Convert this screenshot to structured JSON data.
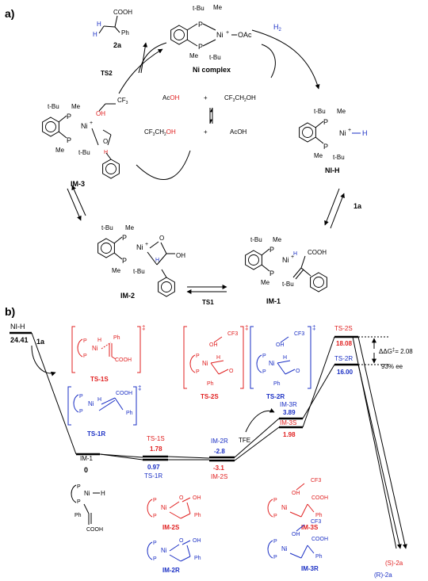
{
  "panel_a": {
    "label": "a)",
    "ni_complex": {
      "tbu1": "t-Bu",
      "me1": "Me",
      "p1": "P",
      "ni": "Ni",
      "plus": "+",
      "oac": "OAc",
      "p2": "P",
      "me2": "Me",
      "tbu2": "t-Bu",
      "name": "Ni complex"
    },
    "h2": "H",
    "h2_sub": "2",
    "product_2a": {
      "cooh": "COOH",
      "h": "H",
      "ph": "Ph",
      "name": "2a"
    },
    "ts2": "TS2",
    "acoh": "AcOH",
    "acoh2": "AcOH",
    "plus1": "+",
    "plus2": "+",
    "cf3ch2oh": "CF",
    "tfe_left": "CF",
    "tfe_parts": {
      "sub3": "3",
      "ch2": "CH",
      "sub2": "2",
      "oh_black": "OH",
      "oh_red": "OH"
    },
    "im3": {
      "tbu1": "t-Bu",
      "me1": "Me",
      "p1": "P",
      "ni": "Ni",
      "plus": "+",
      "oh": "OH",
      "cf3": "CF",
      "cf3sub": "3",
      "o": "O",
      "h": "H",
      "p2": "P",
      "me2": "Me",
      "tbu2": "t-Bu",
      "name": "IM-3"
    },
    "nih": {
      "tbu1": "t-Bu",
      "me1": "Me",
      "p1": "P",
      "ni": "Ni",
      "plus": "+",
      "h": "H",
      "p2": "P",
      "me2": "Me",
      "tbu2": "t-Bu",
      "name": "NI-H"
    },
    "label_1a": "1a",
    "im2": {
      "tbu1": "t-Bu",
      "me1": "Me",
      "p1": "P",
      "ni": "Ni",
      "plus": "+",
      "o": "O",
      "oh": "OH",
      "h": "H",
      "p2": "P",
      "me2": "Me",
      "tbu2": "t-Bu",
      "name": "IM-2"
    },
    "ts1": "TS1",
    "im1": {
      "tbu1": "t-Bu",
      "me1": "Me",
      "p1": "P",
      "ni": "Ni",
      "plus": "+",
      "h": "H",
      "cooh": "COOH",
      "p2": "P",
      "me2": "Me",
      "tbu2": "t-Bu",
      "name": "IM-1"
    }
  },
  "panel_b": {
    "label": "b)",
    "levels": [
      {
        "name": "NI-H",
        "energy": "24.41"
      },
      {
        "name": "IM-1",
        "energy": "0"
      },
      {
        "name": "TS-1S",
        "energy": "1.78"
      },
      {
        "name": "TS-1R",
        "energy": "0.97"
      },
      {
        "name": "IM-2R",
        "energy": "-2.8"
      },
      {
        "name": "IM-2S",
        "energy": "-3.1"
      },
      {
        "name": "IM-3R",
        "energy": "3.89"
      },
      {
        "name": "IM-3S",
        "energy": "1.98"
      },
      {
        "name": "TS-2S",
        "energy": "18.08"
      },
      {
        "name": "TS-2R",
        "energy": "16.00"
      }
    ],
    "arrow_1a": "1a",
    "tfe": "TFE",
    "ddg": "ΔΔG",
    "ddg_sup": "‡",
    "ddg_val": "= 2.08",
    "ee": "93% ee",
    "s_product": "(S)-2a",
    "r_product": "(R)-2a",
    "boxes": {
      "ts1s": {
        "p": "P",
        "ni": "Ni",
        "h": "H",
        "ph": "Ph",
        "cooh": "COOH",
        "dag": "‡",
        "name": "TS-1S"
      },
      "ts1r": {
        "p": "P",
        "ni": "Ni",
        "h": "H",
        "ph": "Ph",
        "cooh": "COOH",
        "dag": "‡",
        "name": "TS-1R"
      },
      "ts2s": {
        "p": "P",
        "ni": "Ni",
        "oh": "OH",
        "cf3": "CF3",
        "h": "H",
        "o": "O",
        "ph": "Ph",
        "dag": "‡",
        "name": "TS-2S"
      },
      "ts2r": {
        "p": "P",
        "ni": "Ni",
        "oh": "OH",
        "cf3": "CF3",
        "h": "H",
        "o": "O",
        "ph": "Ph",
        "dag": "‡",
        "name": "TS-2R"
      }
    },
    "bottom": {
      "im1": {
        "p": "P",
        "ni": "Ni",
        "h": "H",
        "ph": "Ph",
        "cooh": "COOH"
      },
      "im2s": {
        "p": "P",
        "ni": "Ni",
        "oh": "OH",
        "o": "O",
        "ph": "Ph",
        "name": "IM-2S"
      },
      "im2r": {
        "p": "P",
        "ni": "Ni",
        "oh": "OH",
        "o": "O",
        "ph": "Ph",
        "name": "IM-2R"
      },
      "im3s": {
        "p": "P",
        "ni": "Ni",
        "oh": "OH",
        "cf3": "CF3",
        "cooh": "COOH",
        "ph": "Ph",
        "name": "IM-3S"
      },
      "im3r": {
        "p": "P",
        "ni": "Ni",
        "oh": "OH",
        "cf3": "CF3",
        "cooh": "COOH",
        "ph": "Ph",
        "name": "IM-3R"
      }
    }
  }
}
